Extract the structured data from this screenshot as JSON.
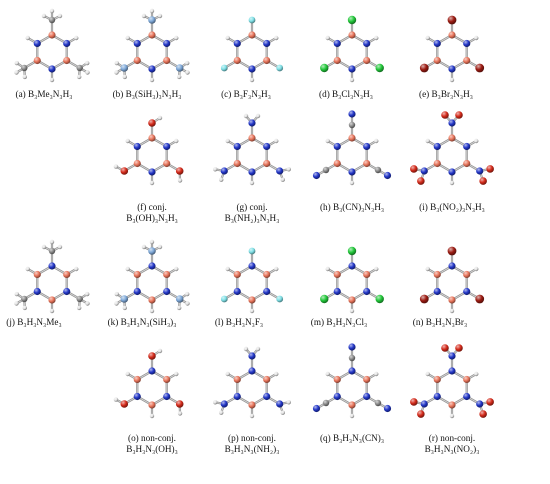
{
  "panels": [
    {
      "id": "a",
      "caption": [
        "(a) B₃Me₃N₃H₃"
      ],
      "sub": "Me",
      "ring": "BN"
    },
    {
      "id": "b",
      "caption": [
        "(b) B₃(SiH₃)₃N₃H₃"
      ],
      "sub": "SiH3",
      "ring": "BN"
    },
    {
      "id": "c",
      "caption": [
        "(c) B₃F₃N₃H₃"
      ],
      "sub": "F",
      "ring": "BN"
    },
    {
      "id": "d",
      "caption": [
        "(d) B₃Cl₃N₃H₃"
      ],
      "sub": "Cl",
      "ring": "BN"
    },
    {
      "id": "e",
      "caption": [
        "(e) B₃Br₃N₃H₃"
      ],
      "sub": "Br",
      "ring": "BN"
    },
    {
      "id": "f",
      "caption": [
        "(f) conj.",
        "B₃(OH)₃N₃H₃"
      ],
      "sub": "OH",
      "ring": "BN"
    },
    {
      "id": "g",
      "caption": [
        "(g) conj.",
        "B₃(NH₂)₃N₃H₃"
      ],
      "sub": "NH2",
      "ring": "BN"
    },
    {
      "id": "h",
      "caption": [
        "(h) B₃(CN)₃N₃H₃"
      ],
      "sub": "CN",
      "ring": "BN"
    },
    {
      "id": "i",
      "caption": [
        "(i) B₃(NO₂)₃N₃H₃"
      ],
      "sub": "NO2",
      "ring": "BN"
    },
    {
      "id": "j",
      "caption": [
        "(j) B₃H₃N₃Me₃"
      ],
      "sub": "Me",
      "ring": "NB"
    },
    {
      "id": "k",
      "caption": [
        "(k) B₃H₃N₃(SiH₃)₃"
      ],
      "sub": "SiH3",
      "ring": "NB"
    },
    {
      "id": "l",
      "caption": [
        "(l) B₃H₃N₃F₃"
      ],
      "sub": "F",
      "ring": "NB"
    },
    {
      "id": "m",
      "caption": [
        "(m) B₃H₃N₃Cl₃"
      ],
      "sub": "Cl",
      "ring": "NB"
    },
    {
      "id": "n",
      "caption": [
        "(n) B₃H₃N₃Br₃"
      ],
      "sub": "Br",
      "ring": "NB"
    },
    {
      "id": "o",
      "caption": [
        "(o) non-conj.",
        "B₃H₃N₃(OH)₃"
      ],
      "sub": "OH",
      "ring": "NB"
    },
    {
      "id": "p",
      "caption": [
        "(p) non-conj.",
        "B₃H₃N₃(NH₂)₃"
      ],
      "sub": "NH2",
      "ring": "NB"
    },
    {
      "id": "q",
      "caption": [
        "(q) B₃H₃N₃(CN)₃"
      ],
      "sub": "CN",
      "ring": "NB"
    },
    {
      "id": "r",
      "caption": [
        "(r) non-conj.",
        "B₃H₃N₃(NO₂)₃"
      ],
      "sub": "NO2",
      "ring": "NB"
    }
  ],
  "colors": {
    "B": "#e8745a",
    "N": "#2236c8",
    "H": "#e4e4e4",
    "C": "#8a8a8a",
    "F": "#7fe0e6",
    "Cl": "#22c83a",
    "Br": "#9c1b12",
    "O": "#d42a1a",
    "Si": "#7ea8d8",
    "bond": "#8f8f8f"
  }
}
